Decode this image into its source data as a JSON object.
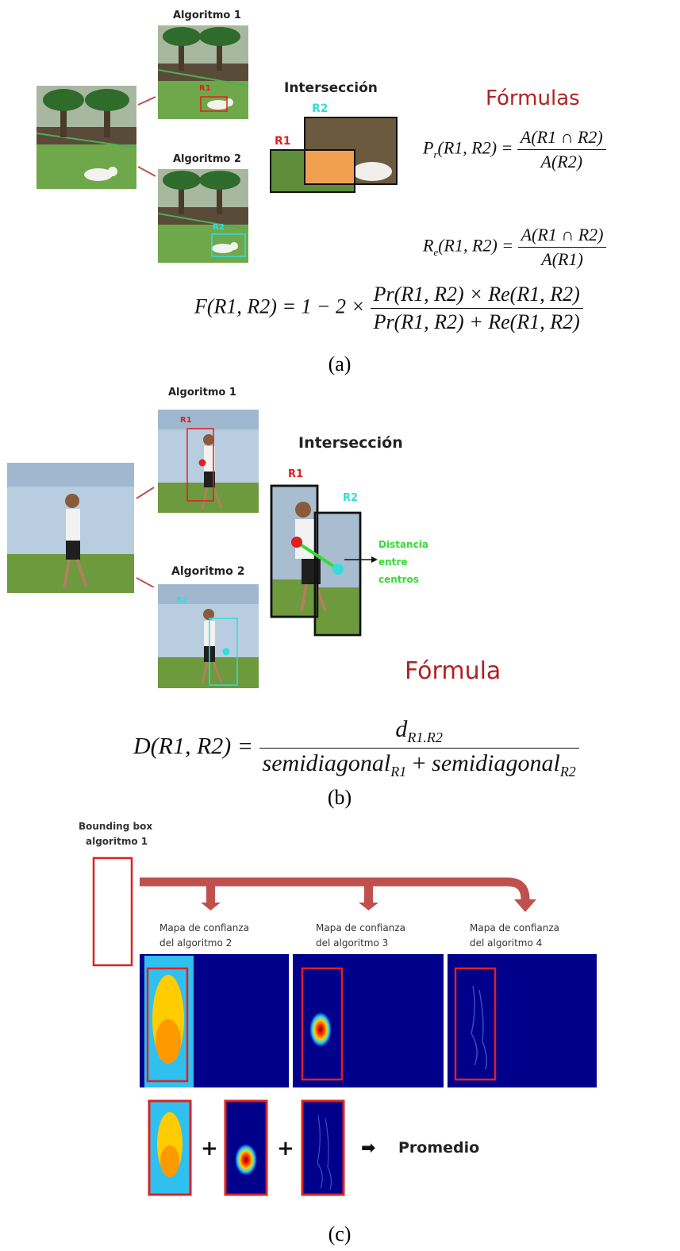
{
  "panel_a": {
    "algo1_label": "Algoritmo 1",
    "algo2_label": "Algoritmo 2",
    "intersection_label": "Intersección",
    "r1": "R1",
    "r2": "R2",
    "formulas_title": "Fórmulas",
    "precision_lhs": "P",
    "precision_sub": "r",
    "precision_args": "(R1, R2) =",
    "precision_num": "A(R1 ∩ R2)",
    "precision_den": "A(R2)",
    "recall_lhs": "R",
    "recall_sub": "e",
    "recall_args": "(R1, R2) =",
    "recall_num": "A(R1 ∩ R2)",
    "recall_den": "A(R1)",
    "f_lhs": "F(R1, R2) = 1 − 2 ×",
    "f_num": "Pr(R1, R2) × Re(R1, R2)",
    "f_den": "Pr(R1, R2) + Re(R1, R2)",
    "caption": "(a)"
  },
  "panel_b": {
    "algo1_label": "Algoritmo 1",
    "algo2_label": "Algoritmo 2",
    "intersection_label": "Intersección",
    "r1": "R1",
    "r2": "R2",
    "distance_line1": "Distancia",
    "distance_line2": "entre",
    "distance_line3": "centros",
    "formula_title": "Fórmula",
    "d_lhs": "D(R1, R2) =",
    "d_num": "d",
    "d_num_sub": "R1.R2",
    "d_den_a": "semidiagonal",
    "d_den_a_sub": "R1",
    "d_den_plus": " + ",
    "d_den_b": "semidiagonal",
    "d_den_b_sub": "R2",
    "caption": "(b)"
  },
  "panel_c": {
    "bbox_line1": "Bounding box",
    "bbox_line2": "algoritmo 1",
    "map2_line1": "Mapa de confianza",
    "map2_line2": "del algoritmo 2",
    "map3_line1": "Mapa de confianza",
    "map3_line2": "del algoritmo 3",
    "map4_line1": "Mapa de confianza",
    "map4_line2": "del algoritmo 4",
    "plus": "+",
    "arrow": "➡",
    "average_label": "Promedio",
    "caption": "(c)"
  },
  "colors": {
    "red_box": "#e02020",
    "cyan_box": "#33dddd",
    "title_red": "#b22222",
    "arrow_band": "#c0504d",
    "heatmap_bg": "#00008b",
    "green_line": "#33dd33"
  }
}
